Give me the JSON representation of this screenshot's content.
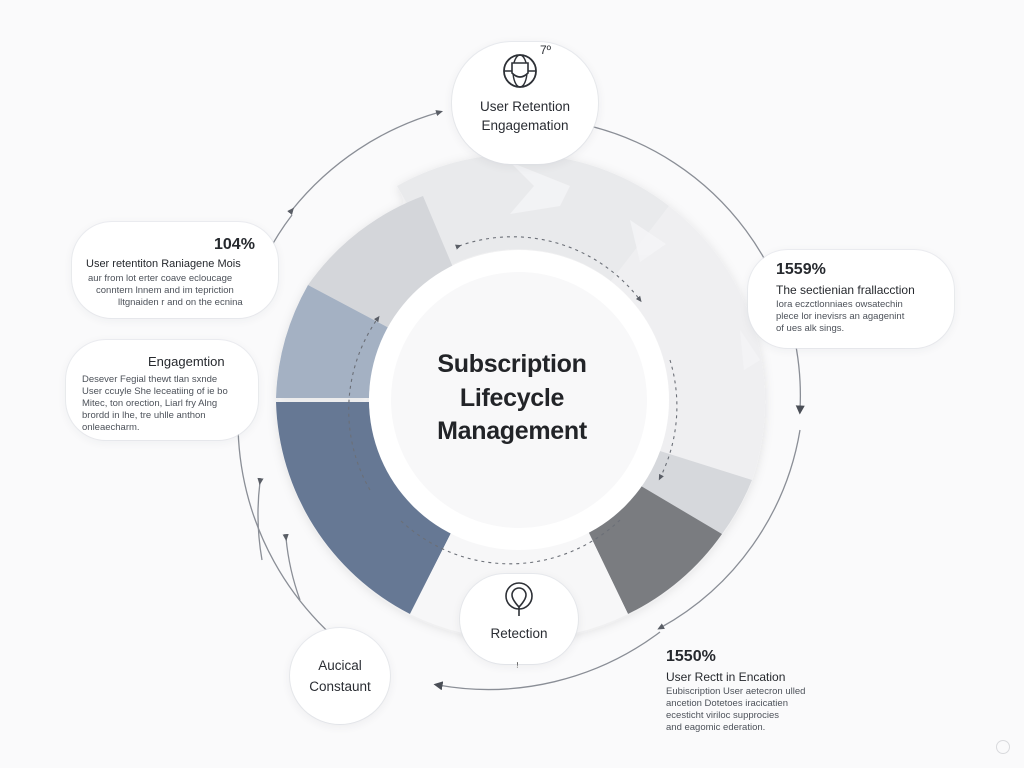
{
  "diagram": {
    "center_title": [
      "Subscription",
      "Lifecycle",
      "Management"
    ],
    "top_node": {
      "icon": "globe-shield-icon",
      "badge": "7º",
      "lines": [
        "User Retention",
        "Engagemation"
      ]
    },
    "bottom_node": {
      "icon": "location-pin-icon",
      "label": "Retection"
    },
    "bottom_left_node": {
      "lines": [
        "Aucical",
        "Constaunt"
      ]
    },
    "left_top_card": {
      "value": "104%",
      "heading": "User retentiton  Raniagene Mois",
      "body": [
        "aur from lot erter coave ecloucage",
        "conntern lnnem and im tepriction",
        "lltgnaiden r and on the ecnina"
      ]
    },
    "left_mid_card": {
      "heading": "Engagemtion",
      "body": [
        "Desever Fegial thewt tlan sxnde",
        "User ccuyle She leceatiing of ie bo",
        "Mitec, ton orection, Liarl fry Alng",
        "brordd in lhe, tre uhlle anthon",
        "onleaecharm."
      ]
    },
    "right_card": {
      "value": "1559%",
      "heading": "The sectienian frallacction",
      "body": [
        "Iora eczctlonniaes owsatechin",
        "plece lor inevisrs an agagenint",
        "of ues alk sings."
      ]
    },
    "bottom_right_card": {
      "value": "1550%",
      "heading": "User Rectt in Encation",
      "body": [
        "Eubiscription User aetecron ulled",
        "ancetion Dotetoes iracicatien",
        "ecesticht viriloc supprocies",
        "and eagomic ederation."
      ]
    },
    "ring_colors": {
      "dark_slate": "#667894",
      "light_slate": "#a4b1c3",
      "light_gray": "#d4d6da",
      "dark_gray": "#7a7c80"
    },
    "bottom_marker": "ꜝ"
  }
}
